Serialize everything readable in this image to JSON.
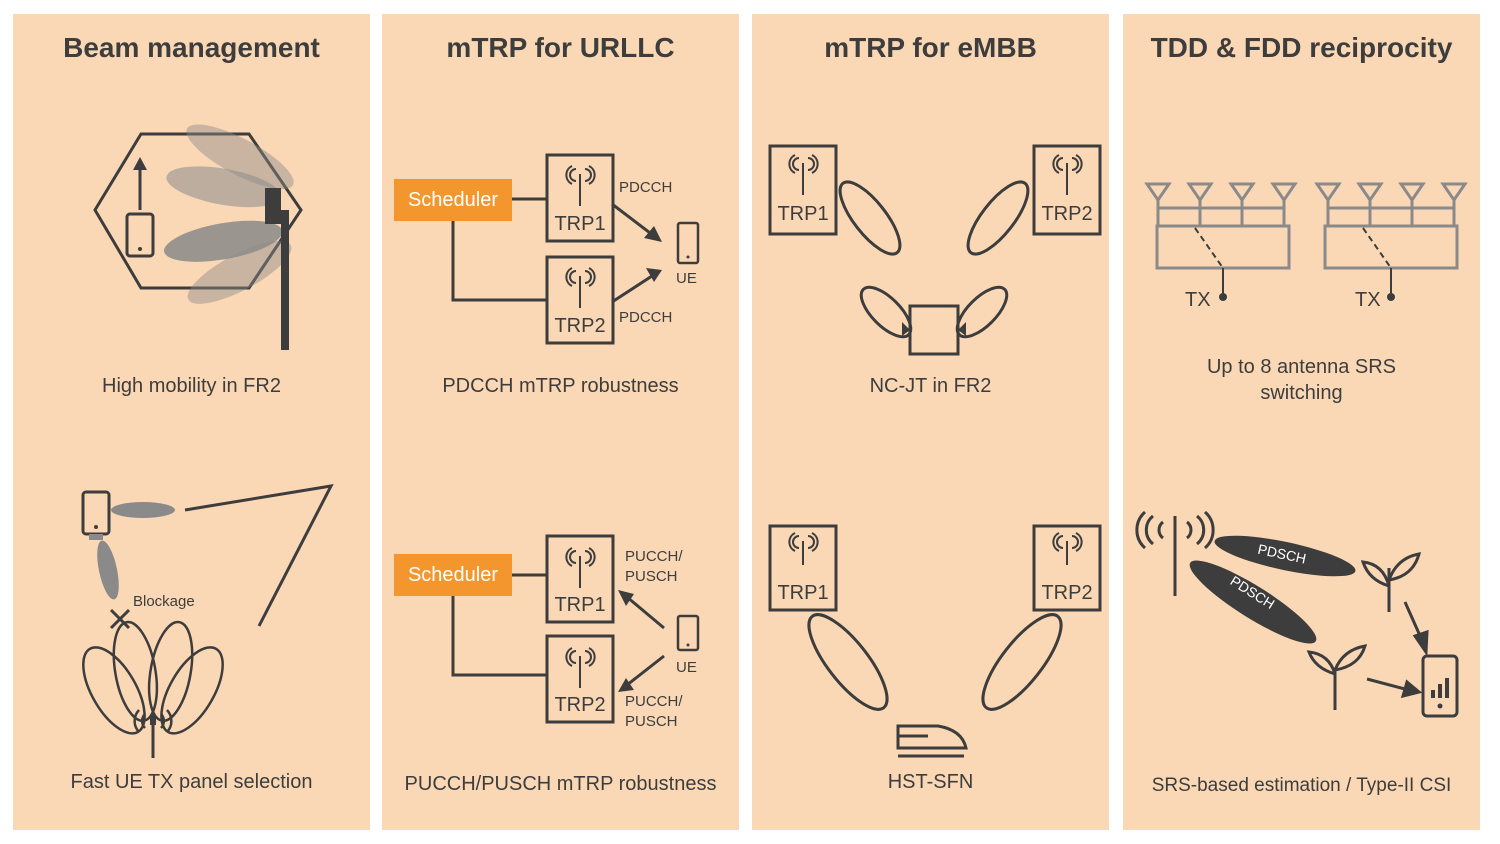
{
  "panels": [
    {
      "title": "Beam management",
      "captions": [
        "High mobility in FR2",
        "Fast UE TX panel selection"
      ],
      "labels": {
        "blockage": "Blockage"
      }
    },
    {
      "title": "mTRP for URLLC",
      "captions": [
        "PDCCH mTRP robustness",
        "PUCCH/PUSCH mTRP robustness"
      ],
      "labels": {
        "scheduler": "Scheduler",
        "trp1": "TRP1",
        "trp2": "TRP2",
        "pdcch": "PDCCH",
        "pucch_pusch_line1": "PUCCH/",
        "pucch_pusch_line2": "PUSCH",
        "ue": "UE"
      }
    },
    {
      "title": "mTRP for eMBB",
      "captions": [
        "NC-JT in FR2",
        "HST-SFN"
      ],
      "labels": {
        "trp1": "TRP1",
        "trp2": "TRP2"
      }
    },
    {
      "title": "TDD & FDD reciprocity",
      "captions": [
        "Up to 8 antenna SRS",
        "switching",
        "SRS-based estimation / Type-II CSI"
      ],
      "labels": {
        "tx": "TX",
        "pdsch": "PDSCH"
      }
    }
  ],
  "colors": {
    "panel_bg": "#fbd8b5",
    "accent": "#f2962d",
    "ink": "#3d3d3d",
    "beam": "#9e9e9e"
  }
}
